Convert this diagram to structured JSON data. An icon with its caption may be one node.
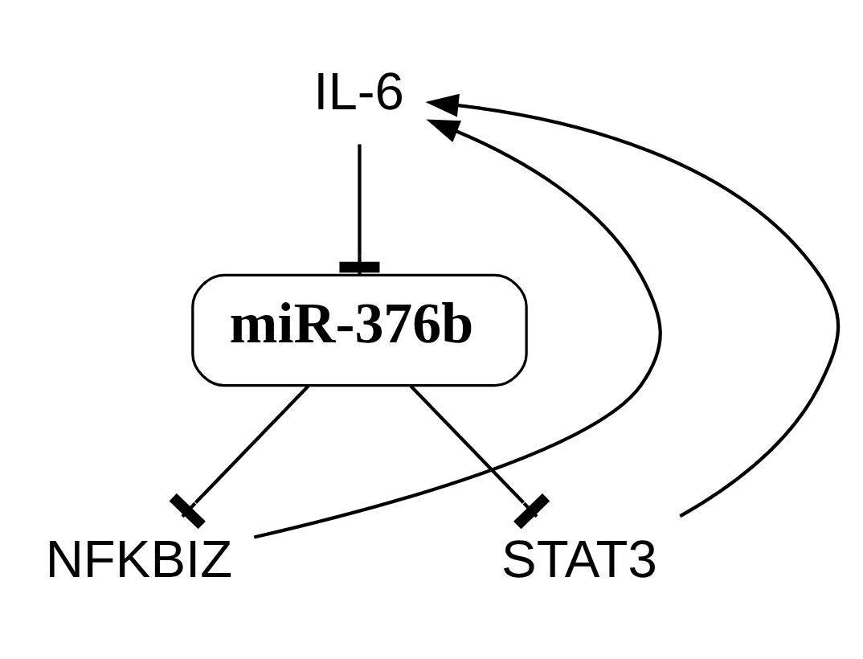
{
  "diagram": {
    "nodes": [
      {
        "text": [
          "IL-6"
        ]
      },
      {
        "text": [
          "miR-376b"
        ]
      },
      {
        "text": [
          "NFKBIZ"
        ]
      },
      {
        "text": [
          "STAT3"
        ]
      }
    ],
    "edges": [
      {
        "from": 2,
        "to": 0,
        "arrow": "to"
      },
      {
        "from": 3,
        "to": 0,
        "arrow": "to"
      },
      {
        "from": 0,
        "to": 1,
        "arrow": "other"
      },
      {
        "from": 1,
        "to": 2,
        "arrow": "other"
      },
      {
        "from": 1,
        "to": 3,
        "arrow": "other"
      }
    ]
  }
}
